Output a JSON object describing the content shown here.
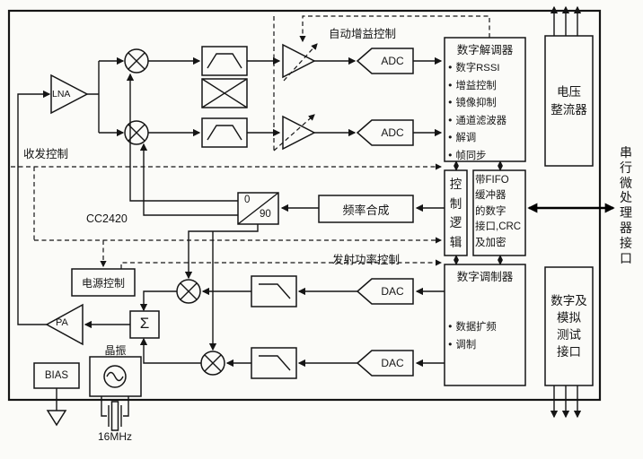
{
  "chip": {
    "name": "CC2420"
  },
  "colors": {
    "ink": "#151515",
    "paper": "#fbfbf8"
  },
  "labels": {
    "agc": "自动增益控制",
    "rx_tx_control": "收发控制",
    "tx_power_control": "发射功率控制",
    "serial_mcu_interface": "串行微处理器接口",
    "crystal": "晶振",
    "crystal_freq": "16MHz"
  },
  "blocks": {
    "lna": "LNA",
    "pa": "PA",
    "bias": "BIAS",
    "sigma": "Σ",
    "phase0": "0",
    "phase90": "90",
    "adc1": "ADC",
    "adc2": "ADC",
    "dac1": "DAC",
    "dac2": "DAC",
    "freq_synth": "频率合成",
    "power_control": "电源控制",
    "control_logic": "控制逻辑",
    "fifo": {
      "lines": [
        "带FIFO",
        "缓冲器",
        "的数字",
        "接口,CRC",
        "及加密"
      ]
    },
    "demodulator": {
      "title": "数字解调器",
      "items": [
        "数字RSSI",
        "增益控制",
        "镜像抑制",
        "通道滤波器",
        "解调",
        "帧同步"
      ]
    },
    "modulator": {
      "title": "数字调制器",
      "items": [
        "数据扩频",
        "调制"
      ]
    },
    "voltage_rectifier": {
      "lines": [
        "电压",
        "整流器"
      ]
    },
    "test_interface": {
      "lines": [
        "数字及",
        "模拟",
        "测试",
        "接口"
      ]
    }
  }
}
